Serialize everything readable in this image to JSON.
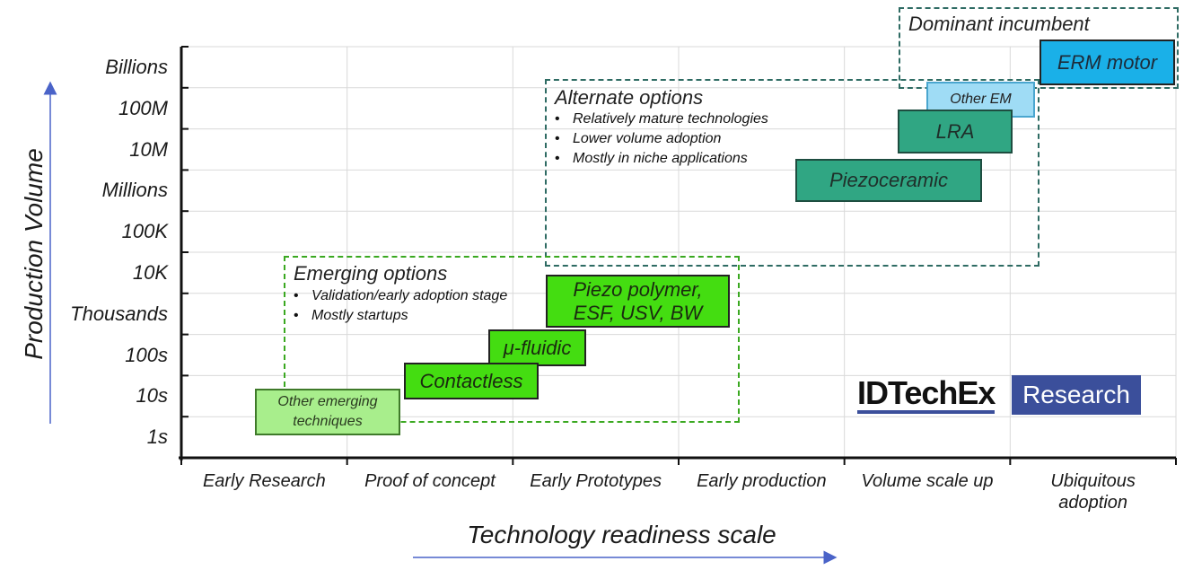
{
  "chart_data": {
    "type": "positioning-map",
    "ylabel": "Production Volume",
    "xlabel": "Technology readiness scale",
    "y_ticks": [
      "Billions",
      "100M",
      "10M",
      "Millions",
      "100K",
      "10K",
      "Thousands",
      "100s",
      "10s",
      "1s"
    ],
    "x_ticks": [
      "Early Research",
      "Proof of concept",
      "Early Prototypes",
      "Early production",
      "Volume scale up",
      "Ubiquitous adoption"
    ],
    "groups": [
      {
        "title": "Dominant incumbent",
        "bullets": [],
        "color": "#2e6b63"
      },
      {
        "title": "Alternate options",
        "bullets": [
          "Relatively mature technologies",
          "Lower volume adoption",
          "Mostly in niche applications"
        ],
        "color": "#2e6b63"
      },
      {
        "title": "Emerging options",
        "bullets": [
          "Validation/early adoption stage",
          "Mostly startups"
        ],
        "color": "#3aa820"
      }
    ],
    "technologies": [
      {
        "label": "ERM motor",
        "group": "Dominant incumbent",
        "color": "#1ab0e8"
      },
      {
        "label": "Other EM",
        "group": "Alternate options",
        "color": "#9fdcf5"
      },
      {
        "label": "LRA",
        "group": "Alternate options",
        "color": "#30a683"
      },
      {
        "label": "Piezoceramic",
        "group": "Alternate options",
        "color": "#30a683"
      },
      {
        "label": "Piezo polymer, ESF, USV, BW",
        "group": "Emerging options",
        "color": "#44dd11"
      },
      {
        "label": "μ-fluidic",
        "group": "Emerging options",
        "color": "#44dd11"
      },
      {
        "label": "Contactless",
        "group": "Emerging options",
        "color": "#44dd11"
      },
      {
        "label": "Other emerging techniques",
        "group": "Emerging options",
        "color": "#a8ee8c"
      }
    ]
  },
  "logo": {
    "left_text": "IDTechEx",
    "right_text": "Research",
    "accent": "#3b4f9b"
  },
  "colors": {
    "axis": "#111111",
    "grid": "#d9d9d9",
    "arrow": "#4a63c8"
  }
}
